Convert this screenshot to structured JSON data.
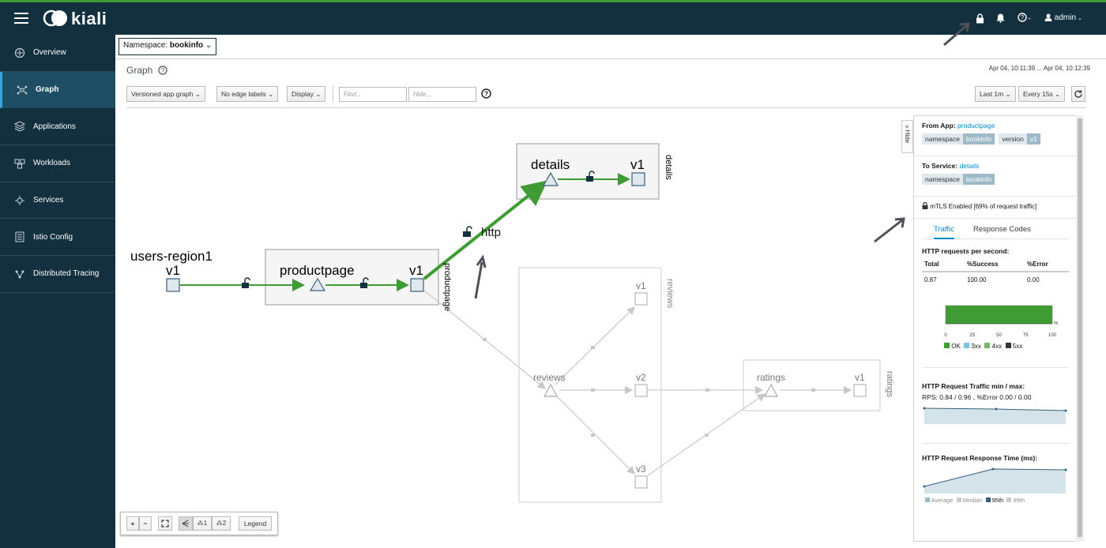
{
  "app": {
    "name": "kiali",
    "user": "admin"
  },
  "nav": {
    "items": [
      {
        "label": "Overview"
      },
      {
        "label": "Graph"
      },
      {
        "label": "Applications"
      },
      {
        "label": "Workloads"
      },
      {
        "label": "Services"
      },
      {
        "label": "Istio Config"
      },
      {
        "label": "Distributed Tracing"
      }
    ]
  },
  "namespace": {
    "label": "Namespace:",
    "value": "bookinfo"
  },
  "page": {
    "title": "Graph",
    "time_range": "Apr 04, 10:11:39 ... Apr 04, 10:12:39"
  },
  "toolbar": {
    "graph_type": "Versioned app graph",
    "edge_labels": "No edge labels",
    "display": "Display",
    "find_placeholder": "Find...",
    "hide_placeholder": "Hide...",
    "duration": "Last 1m",
    "refresh": "Every 15s"
  },
  "graph": {
    "nodes": {
      "users_region1": {
        "name": "users-region1",
        "version": "v1"
      },
      "productpage_app": "productpage",
      "productpage_v": "v1",
      "productpage_service": "productpage",
      "details_app": "details",
      "details_v": "v1",
      "details_service": "details",
      "reviews_service": "reviews",
      "reviews_node": "reviews",
      "reviews_v1": "v1",
      "reviews_v2": "v2",
      "reviews_v3": "v3",
      "ratings_app": "ratings",
      "ratings_v": "v1",
      "ratings_service": "ratings"
    },
    "edge_label": "http"
  },
  "side_panel": {
    "hide": "Hide",
    "from_app_label": "From App:",
    "from_app": "productpage",
    "namespace_key": "namespace",
    "namespace_val": "bookinfo",
    "version_key": "version",
    "version_val": "v1",
    "to_service_label": "To Service:",
    "to_service": "details",
    "mtls": "mTLS Enabled [69% of request traffic]",
    "tabs": [
      "Traffic",
      "Response Codes"
    ],
    "http_rps_title": "HTTP requests per second:",
    "table": {
      "headers": [
        "Total",
        "%Success",
        "%Error"
      ],
      "row": [
        "0.87",
        "100.00",
        "0.00"
      ]
    },
    "bar_axis": [
      "0",
      "25",
      "50",
      "75",
      "100"
    ],
    "bar_ok_fraction": 1.0,
    "bar_unit": "%",
    "legend_codes": [
      "OK",
      "3xx",
      "4xx",
      "5xx"
    ],
    "traffic_title": "HTTP Request Traffic min / max:",
    "traffic_stats": "RPS: 0.84 / 0.96 , %Error 0.00 / 0.00",
    "rt_title": "HTTP Request Response Time (ms):",
    "rt_legend": [
      "Average",
      "Median",
      "95th",
      "99th"
    ]
  },
  "zoom": {
    "plus": "+",
    "minus": "−",
    "legend": "Legend",
    "layout1": "1",
    "layout2": "2"
  },
  "colors": {
    "masthead": "#12303d",
    "edge_active": "#3f9c35",
    "link": "#0088ce",
    "dim": "#cccccc"
  }
}
